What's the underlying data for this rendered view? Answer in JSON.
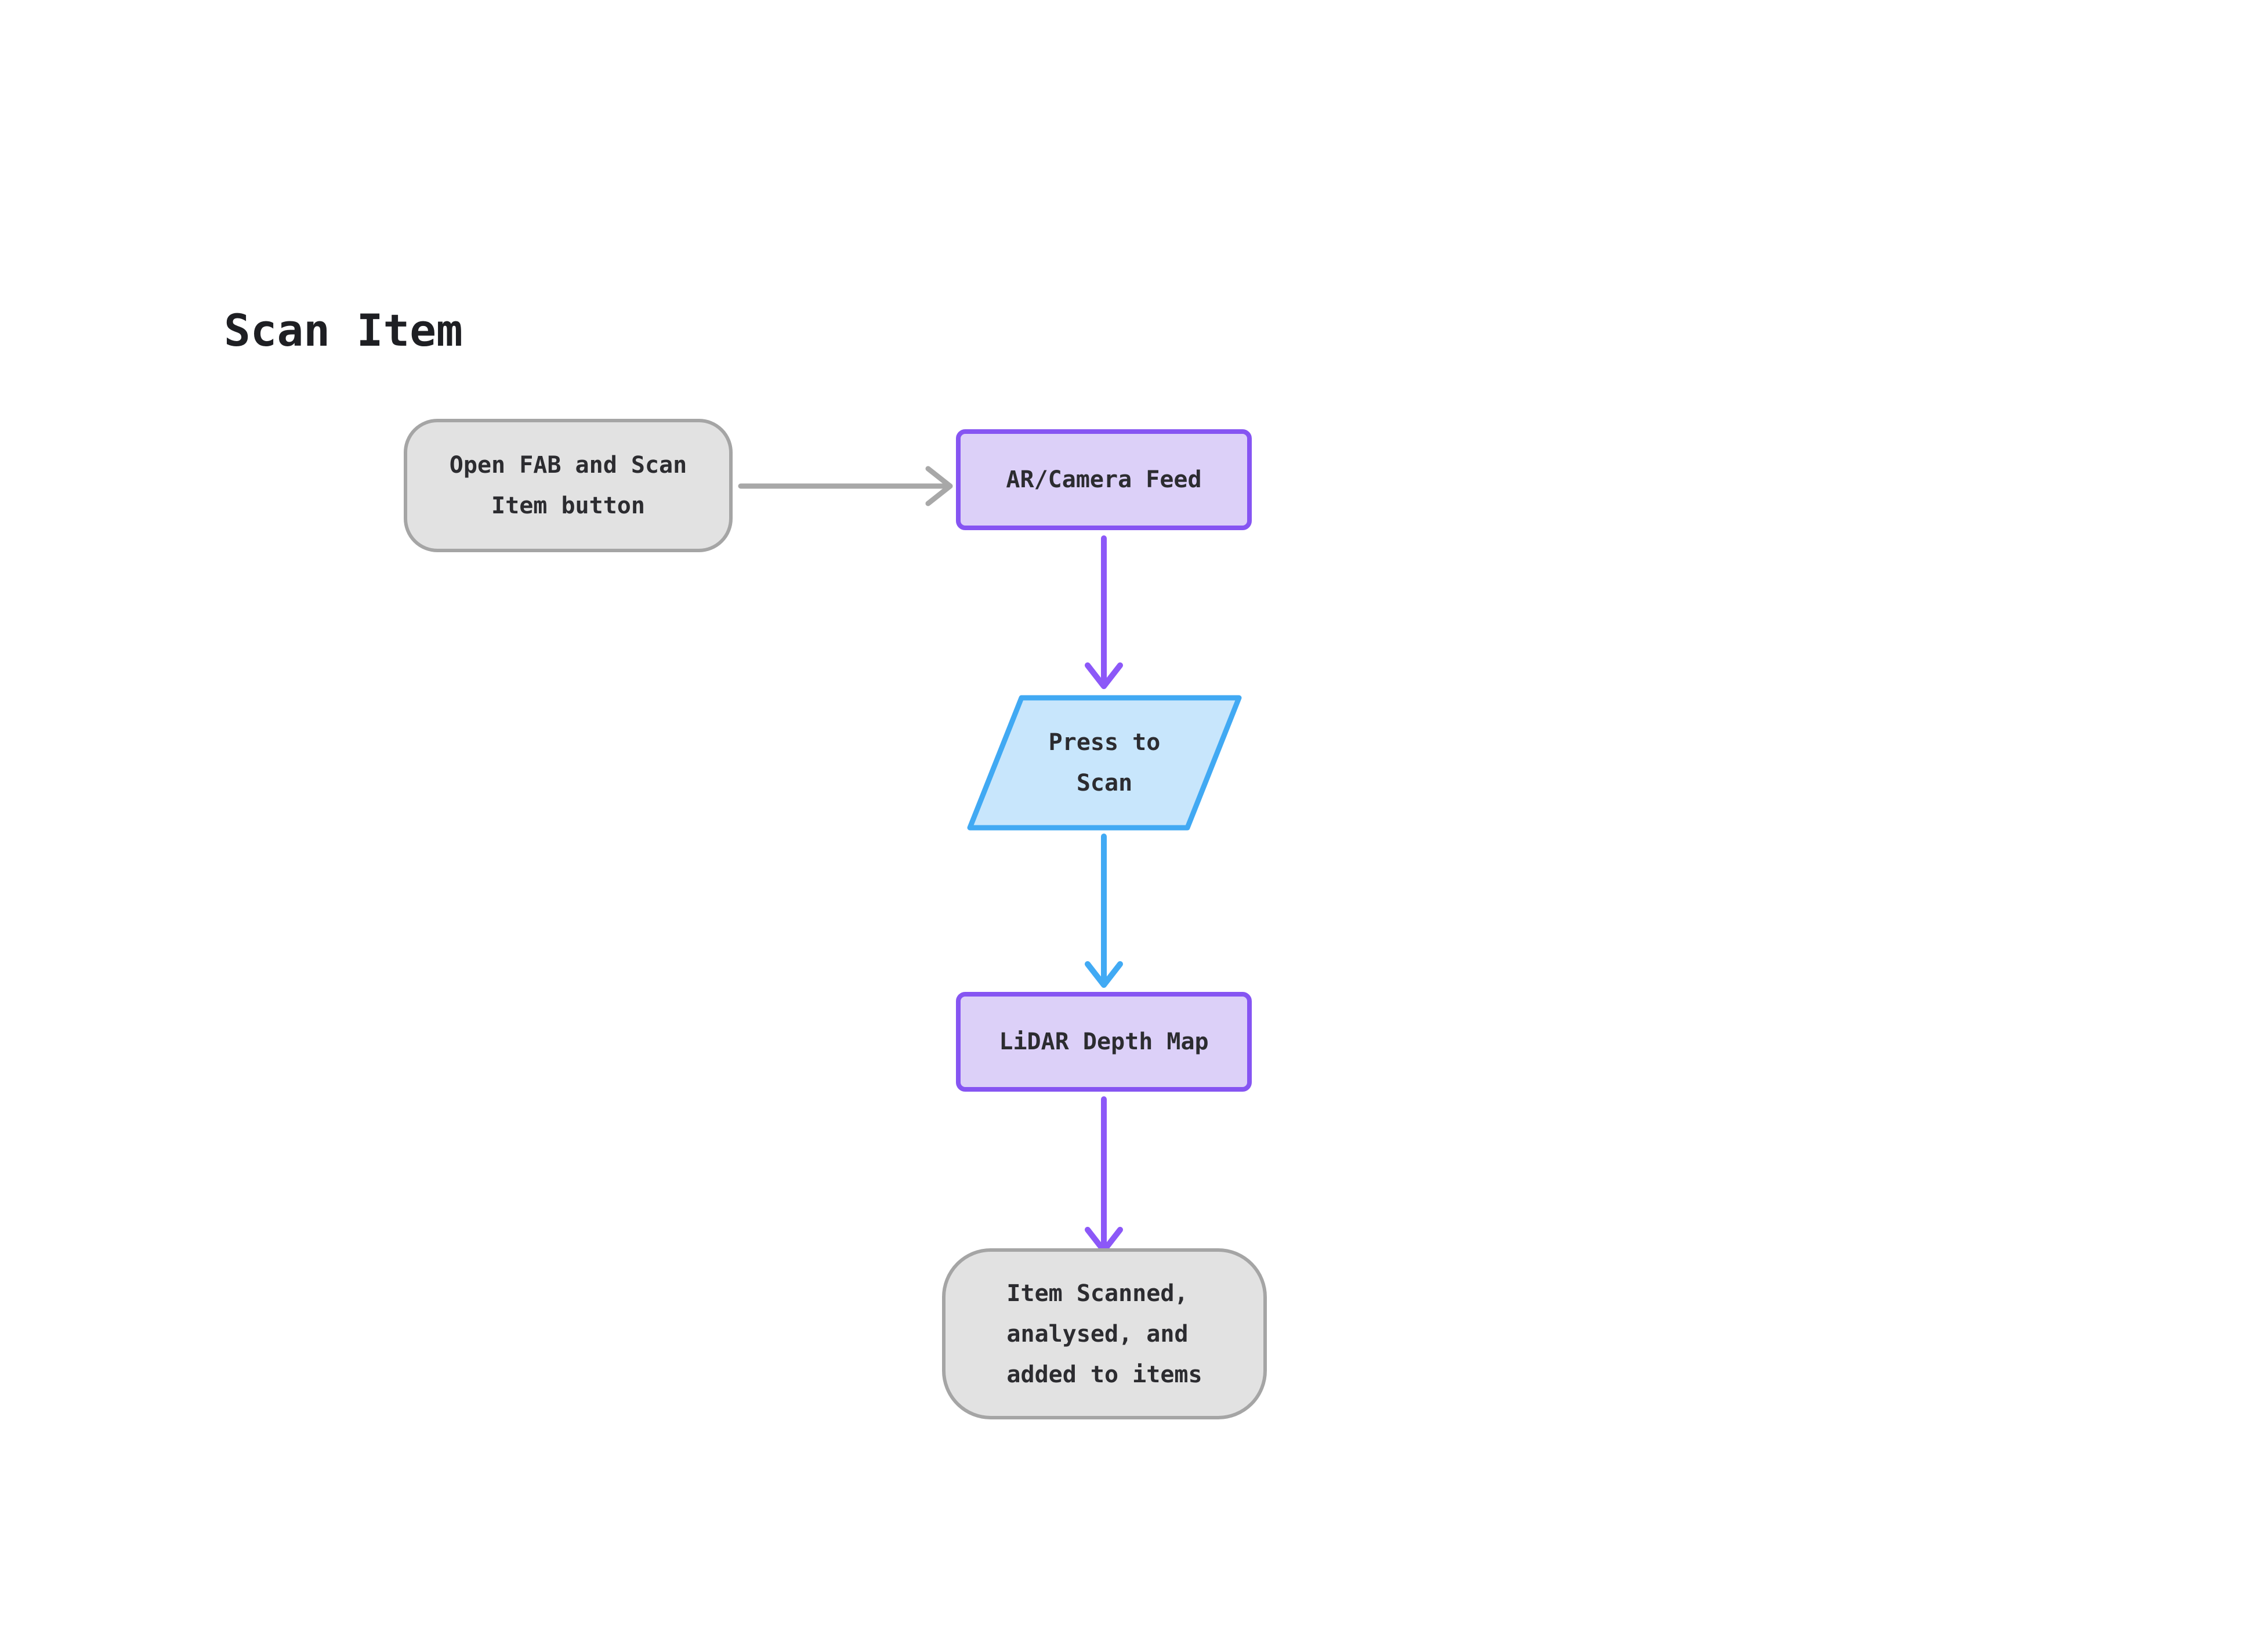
{
  "title": "Scan Item",
  "diagram": {
    "type": "flowchart",
    "direction": "top-down",
    "nodes": [
      {
        "id": "start",
        "label": "Open FAB and Scan\nItem button",
        "shape": "rounded-rectangle",
        "fill": "#e2e2e2",
        "border": "#a5a5a5"
      },
      {
        "id": "camera",
        "label": "AR/Camera Feed",
        "shape": "rectangle",
        "fill": "#dcd0f8",
        "border": "#8655f2"
      },
      {
        "id": "scan",
        "label": "Press to\nScan",
        "shape": "parallelogram",
        "fill": "#c8e6fc",
        "border": "#41a9f3"
      },
      {
        "id": "lidar",
        "label": "LiDAR Depth Map",
        "shape": "rectangle",
        "fill": "#dcd0f8",
        "border": "#8655f2"
      },
      {
        "id": "done",
        "label": "Item Scanned,\nanalysed, and\nadded to items",
        "shape": "rounded-rectangle",
        "fill": "#e2e2e2",
        "border": "#a5a5a5"
      }
    ],
    "edges": [
      {
        "from": "start",
        "to": "camera",
        "color": "#a8a8a8"
      },
      {
        "from": "camera",
        "to": "scan",
        "color": "#8c58f8"
      },
      {
        "from": "scan",
        "to": "lidar",
        "color": "#41aaf4"
      },
      {
        "from": "lidar",
        "to": "done",
        "color": "#8c58f8"
      }
    ]
  },
  "colors": {
    "background": "#ffffff",
    "title_text": "#1e1f23",
    "node_text": "#2c2c30",
    "gray_fill": "#e2e2e2",
    "gray_border": "#a5a5a5",
    "gray_arrow": "#a8a8a8",
    "purple_fill": "#dcd0f8",
    "purple_border": "#8655f2",
    "purple_arrow": "#8c58f8",
    "blue_fill": "#c8e6fc",
    "blue_border": "#41a9f3",
    "blue_arrow": "#41aaf4"
  }
}
